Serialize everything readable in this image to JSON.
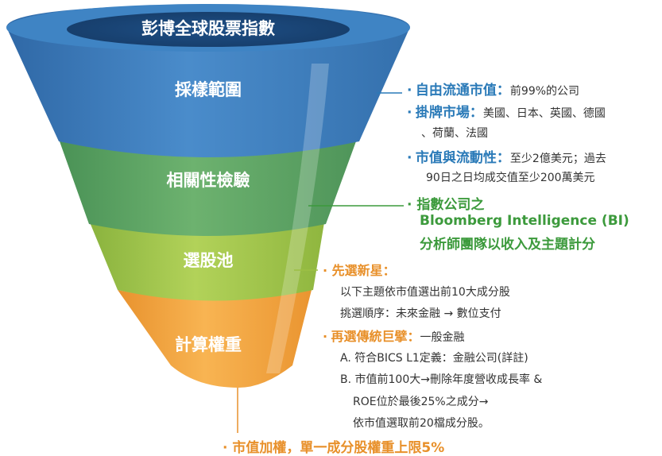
{
  "funnel": {
    "title": "彭博全球股票指數",
    "stages": [
      {
        "label": "採樣範圍",
        "color": "#3a78b6"
      },
      {
        "label": "相關性檢驗",
        "color": "#5a9e5f"
      },
      {
        "label": "選股池",
        "color": "#9cc045"
      },
      {
        "label": "計算權重",
        "color": "#f2a13c"
      }
    ]
  },
  "sampling": {
    "free_float": {
      "label": "自由流通市值",
      "colon": "：",
      "text": "前99%的公司"
    },
    "listing": {
      "label": "掛牌市場",
      "colon": "：",
      "text": "美國、日本、英國、德國",
      "text2": "、荷蘭、法國"
    },
    "market_cap": {
      "label": "市值與流動性",
      "colon": "：",
      "text": "至少2億美元；過去",
      "text2": "90日之日均成交值至少200萬美元"
    }
  },
  "relevance": {
    "line1": "指數公司之",
    "line2": "Bloomberg Intelligence (BI)",
    "line3": "分析師團隊以收入及主題計分"
  },
  "pool": {
    "first": {
      "label": "先選新星：",
      "line1": "以下主題依市值選出前10大成分股",
      "line2": "挑選順序：未來金融 → 數位支付"
    },
    "second": {
      "label": "再選傳統巨擘：",
      "text": "一般金融",
      "a": "A. 符合BICS L1定義：金融公司(詳註)",
      "b1": "B. 市值前100大→刪除年度營收成長率 &",
      "b2": "ROE位於最後25%之成分→",
      "b3": "依市值選取前20檔成分股。"
    }
  },
  "weighting": {
    "text": "市值加權，單一成分股權重上限5%"
  },
  "bullet": "·",
  "colors": {
    "blue": "#2a7ab8",
    "green": "#3c9a3c",
    "orange": "#e8902a"
  }
}
